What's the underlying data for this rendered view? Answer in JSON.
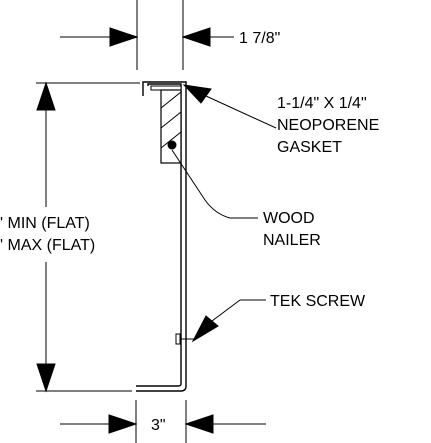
{
  "dimensions": {
    "top_width": "1 7/8\"",
    "bottom_width": "3\"",
    "height_min": "' MIN (FLAT)",
    "height_max": "' MAX (FLAT)"
  },
  "callouts": {
    "gasket_line1": "1-1/4\" X 1/4\"",
    "gasket_line2": "NEOPORENE",
    "gasket_line3": "GASKET",
    "nailer_line1": "WOOD",
    "nailer_line2": "NAILER",
    "screw": "TEK SCREW"
  },
  "colors": {
    "ink": "#000000",
    "background": "#ffffff"
  }
}
